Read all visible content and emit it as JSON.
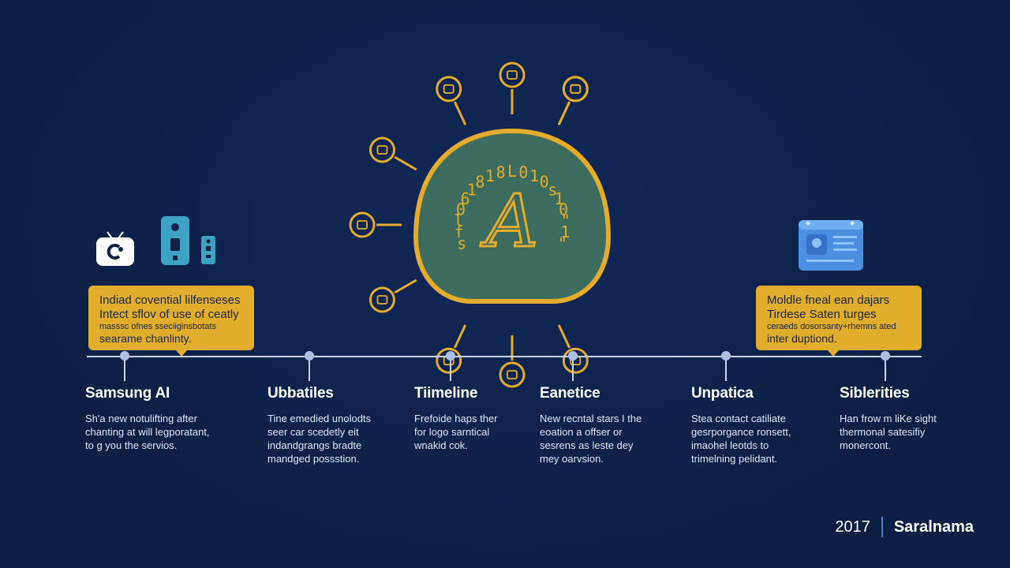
{
  "hub": {
    "center_letter": "A",
    "ring_glyphs": [
      "s",
      "f",
      "l",
      "0",
      "6",
      "1",
      "8",
      "1",
      "8",
      "L",
      "0",
      "1",
      "0",
      "s",
      "1",
      "0",
      "\"",
      "1",
      "\""
    ],
    "accent_color": "#e2ad2a",
    "fill_color": "#3d6b5e",
    "spoke_icons": [
      "chat-icon",
      "info-icon",
      "truck-icon",
      "person-icon",
      "mail-icon",
      "tag-icon",
      "phone-icon",
      "box-icon",
      "chart-icon",
      "pin-icon"
    ]
  },
  "callouts": {
    "left": {
      "lines": [
        "Indiad covential lilfenseses",
        "Intect sflov of use of ceatly",
        "masssc ofnes sseciiginsbotats",
        "searame chanlinty."
      ]
    },
    "right": {
      "lines": [
        "Moldle fneal ean dajars",
        "Tirdese Saten turges",
        "ceraeds dosorsanty+rhemns ated",
        "inter duptiond."
      ]
    }
  },
  "timeline": {
    "stages": [
      {
        "title": "Samsung AI",
        "desc": [
          "Sh'a new notulifting after",
          "chanting at will legporatant,",
          "to g you the servios."
        ]
      },
      {
        "title": "Ubbatiles",
        "desc": [
          "Tine emedied unolodts",
          "seer car scedetly eit",
          "indandgrangs bradte",
          "mandged possstion."
        ]
      },
      {
        "title": "Tiimeline",
        "desc": [
          "Frefoide haps ther",
          "for logo sarntical",
          "wnakid cok."
        ]
      },
      {
        "title": "Eanetice",
        "desc": [
          "New recntal stars I the",
          "eoation a offser or",
          "sesrens as leste dey",
          "mey oarvsion."
        ]
      },
      {
        "title": "Unpatica",
        "desc": [
          "Stea contact catiliate",
          "gesrporgance ronsett,",
          "imaohel leotds to",
          "trimelning pelidant."
        ]
      },
      {
        "title": "Siblerities",
        "desc": [
          "Han frow m liKe sight",
          "thermonal satesifiy",
          "monercont."
        ]
      }
    ]
  },
  "footer": {
    "year": "2017",
    "brand": "Saralnama"
  },
  "devices": {
    "left_icons": [
      "tv-icon",
      "speaker-icon",
      "remote-icon"
    ],
    "right_icons": [
      "calendar-icon"
    ]
  }
}
